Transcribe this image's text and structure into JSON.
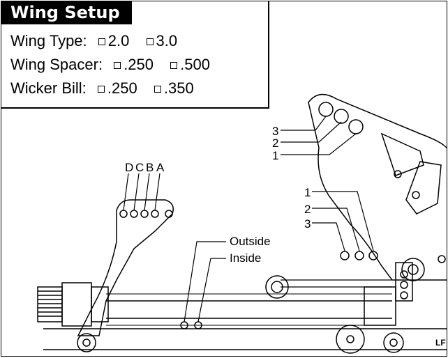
{
  "wing_setup": {
    "title": "Wing Setup",
    "rows": [
      {
        "label": "Wing Type:",
        "options": [
          "2.0",
          "3.0"
        ]
      },
      {
        "label": "Wing Spacer:",
        "options": [
          ".250",
          ".500"
        ]
      },
      {
        "label": "Wicker Bill:",
        "options": [
          ".250",
          ".350"
        ]
      }
    ]
  },
  "callouts": {
    "upper_1": "1",
    "upper_2": "2",
    "upper_3": "3",
    "mid_1": "1",
    "mid_2": "2",
    "mid_3": "3",
    "d": "D",
    "c": "C",
    "b": "B",
    "a": "A",
    "outside": "Outside",
    "inside": "Inside",
    "lf": "LF"
  }
}
